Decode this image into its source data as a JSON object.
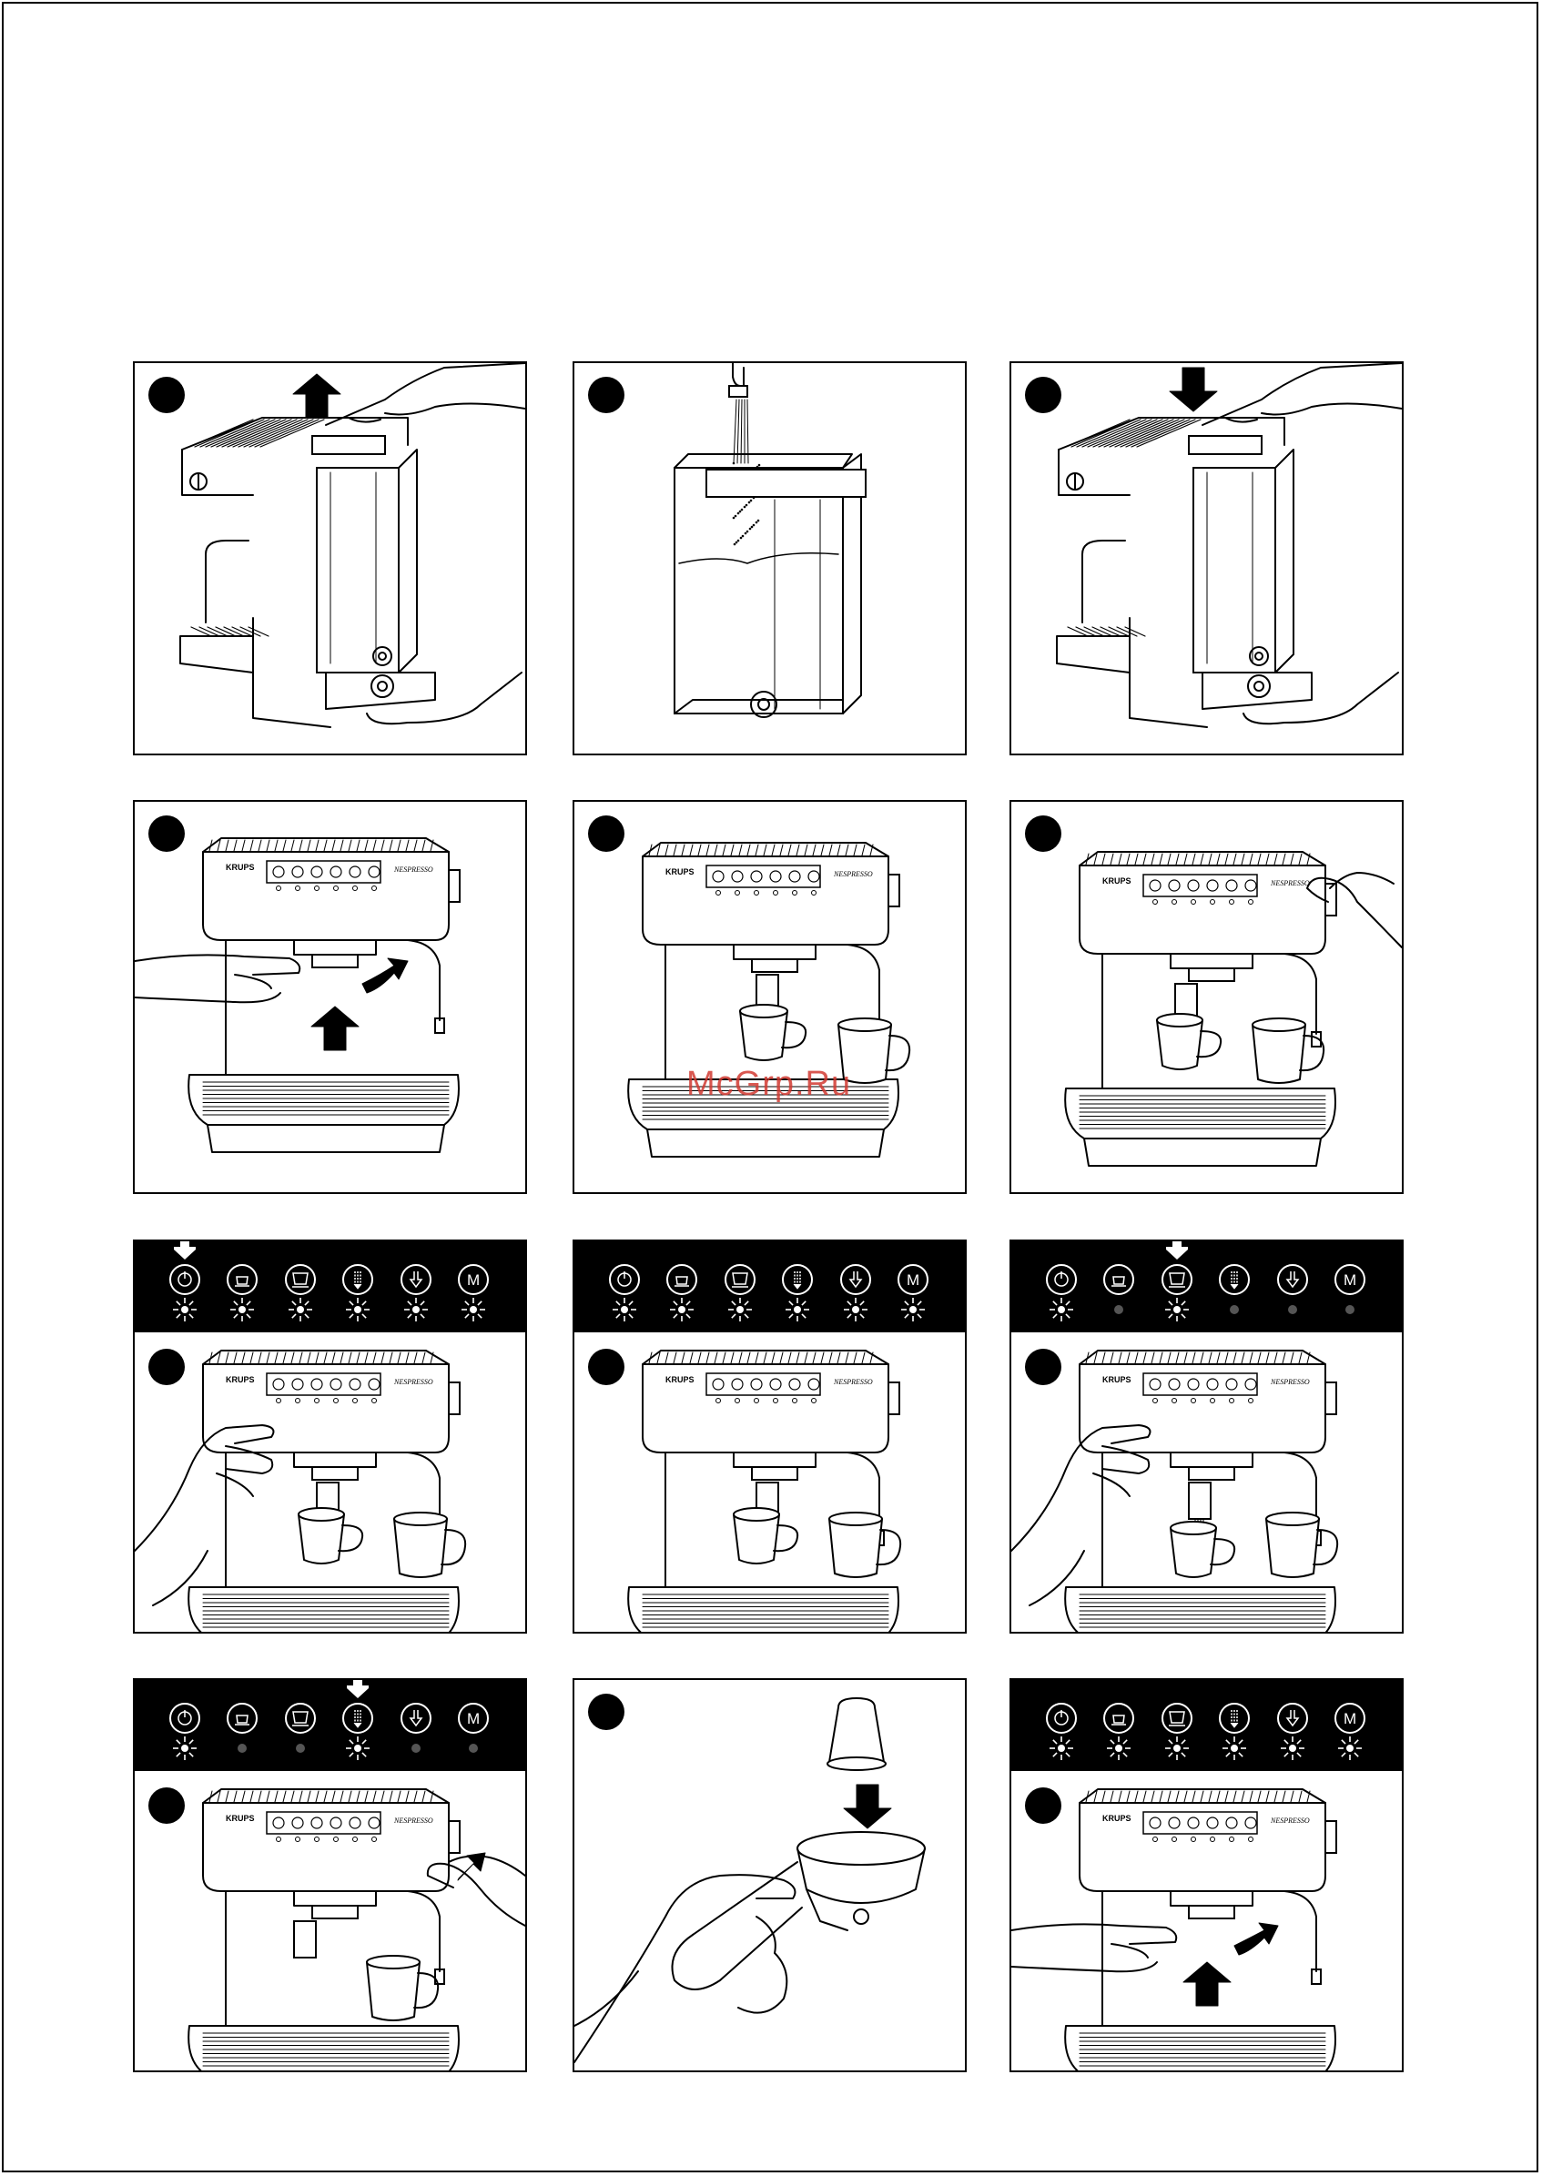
{
  "page": {
    "watermark": "McGrp.Ru"
  },
  "panels": [
    {
      "id": 1,
      "type": "tank-lift",
      "arrow": "up"
    },
    {
      "id": 2,
      "type": "tank-fill"
    },
    {
      "id": 3,
      "type": "tank-insert",
      "arrow": "down"
    },
    {
      "id": 4,
      "type": "machine-holder",
      "brand": "KRUPS",
      "brand2": "NESPRESSO"
    },
    {
      "id": 5,
      "type": "machine-cups",
      "brand": "KRUPS",
      "brand2": "NESPRESSO"
    },
    {
      "id": 6,
      "type": "machine-switch",
      "brand": "KRUPS",
      "brand2": "NESPRESSO"
    },
    {
      "id": 7,
      "type": "machine-cp-press",
      "brand": "KRUPS",
      "brand2": "NESPRESSO",
      "control_panel": {
        "arrow_at": 0,
        "lit": [
          true,
          true,
          true,
          true,
          true,
          true
        ]
      }
    },
    {
      "id": 8,
      "type": "machine-cp",
      "brand": "KRUPS",
      "brand2": "NESPRESSO",
      "control_panel": {
        "arrow_at": null,
        "lit": [
          true,
          true,
          true,
          true,
          true,
          true
        ]
      }
    },
    {
      "id": 9,
      "type": "machine-cp-press2",
      "brand": "KRUPS",
      "brand2": "NESPRESSO",
      "control_panel": {
        "arrow_at": 2,
        "lit": [
          true,
          false,
          true,
          false,
          false,
          false
        ]
      }
    },
    {
      "id": 10,
      "type": "machine-cp-steam",
      "brand": "KRUPS",
      "brand2": "NESPRESSO",
      "control_panel": {
        "arrow_at": 3,
        "lit": [
          true,
          false,
          false,
          true,
          false,
          false
        ]
      }
    },
    {
      "id": 11,
      "type": "capsule-insert"
    },
    {
      "id": 12,
      "type": "machine-cp-holder",
      "brand": "KRUPS",
      "brand2": "NESPRESSO",
      "control_panel": {
        "arrow_at": null,
        "lit": [
          true,
          true,
          true,
          true,
          true,
          true
        ]
      }
    }
  ],
  "control_panel_symbols": [
    "power-icon",
    "espresso-cup-icon",
    "lungo-cup-icon",
    "steam-icon",
    "hot-water-icon",
    "M"
  ],
  "colors": {
    "ink": "#000000",
    "paper": "#ffffff",
    "watermark": "#d23a32"
  }
}
